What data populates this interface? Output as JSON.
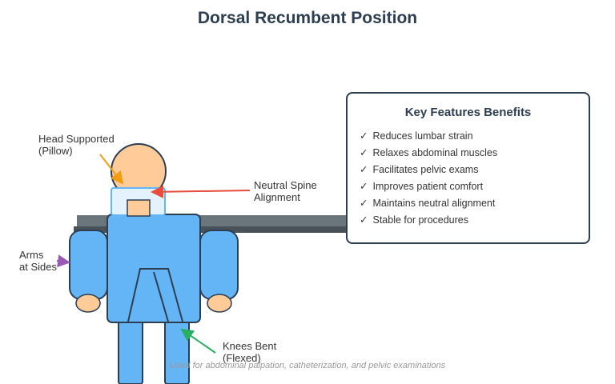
{
  "title": "Dorsal Recumbent Position",
  "labels": {
    "head": [
      "Head Supported",
      "(Pillow)"
    ],
    "spine": [
      "Neutral Spine",
      "Alignment"
    ],
    "arms": [
      "Arms",
      "at Sides"
    ],
    "knees": [
      "Knees Bent",
      "(Flexed)"
    ]
  },
  "panel": {
    "title": "Key Features Benefits",
    "check_glyph": "✓",
    "items": [
      "Reduces lumbar strain",
      "Relaxes abdominal muscles",
      "Facilitates pelvic exams",
      "Improves patient comfort",
      "Maintains neutral alignment",
      "Stable for procedures"
    ]
  },
  "caption": "Used for abdominal palpation, catheterization, and pelvic examinations",
  "colors": {
    "title": "#2c3e50",
    "table": "#5d6770",
    "body": "#64b5f6",
    "outline": "#2c3e50",
    "skin": "#ffcc99",
    "pillow": "#e3f2fd",
    "arrow_head": "#f39c12",
    "arrow_spine": "#e74c3c",
    "arrow_arms": "#9b59b6",
    "arrow_knees": "#27ae60"
  }
}
